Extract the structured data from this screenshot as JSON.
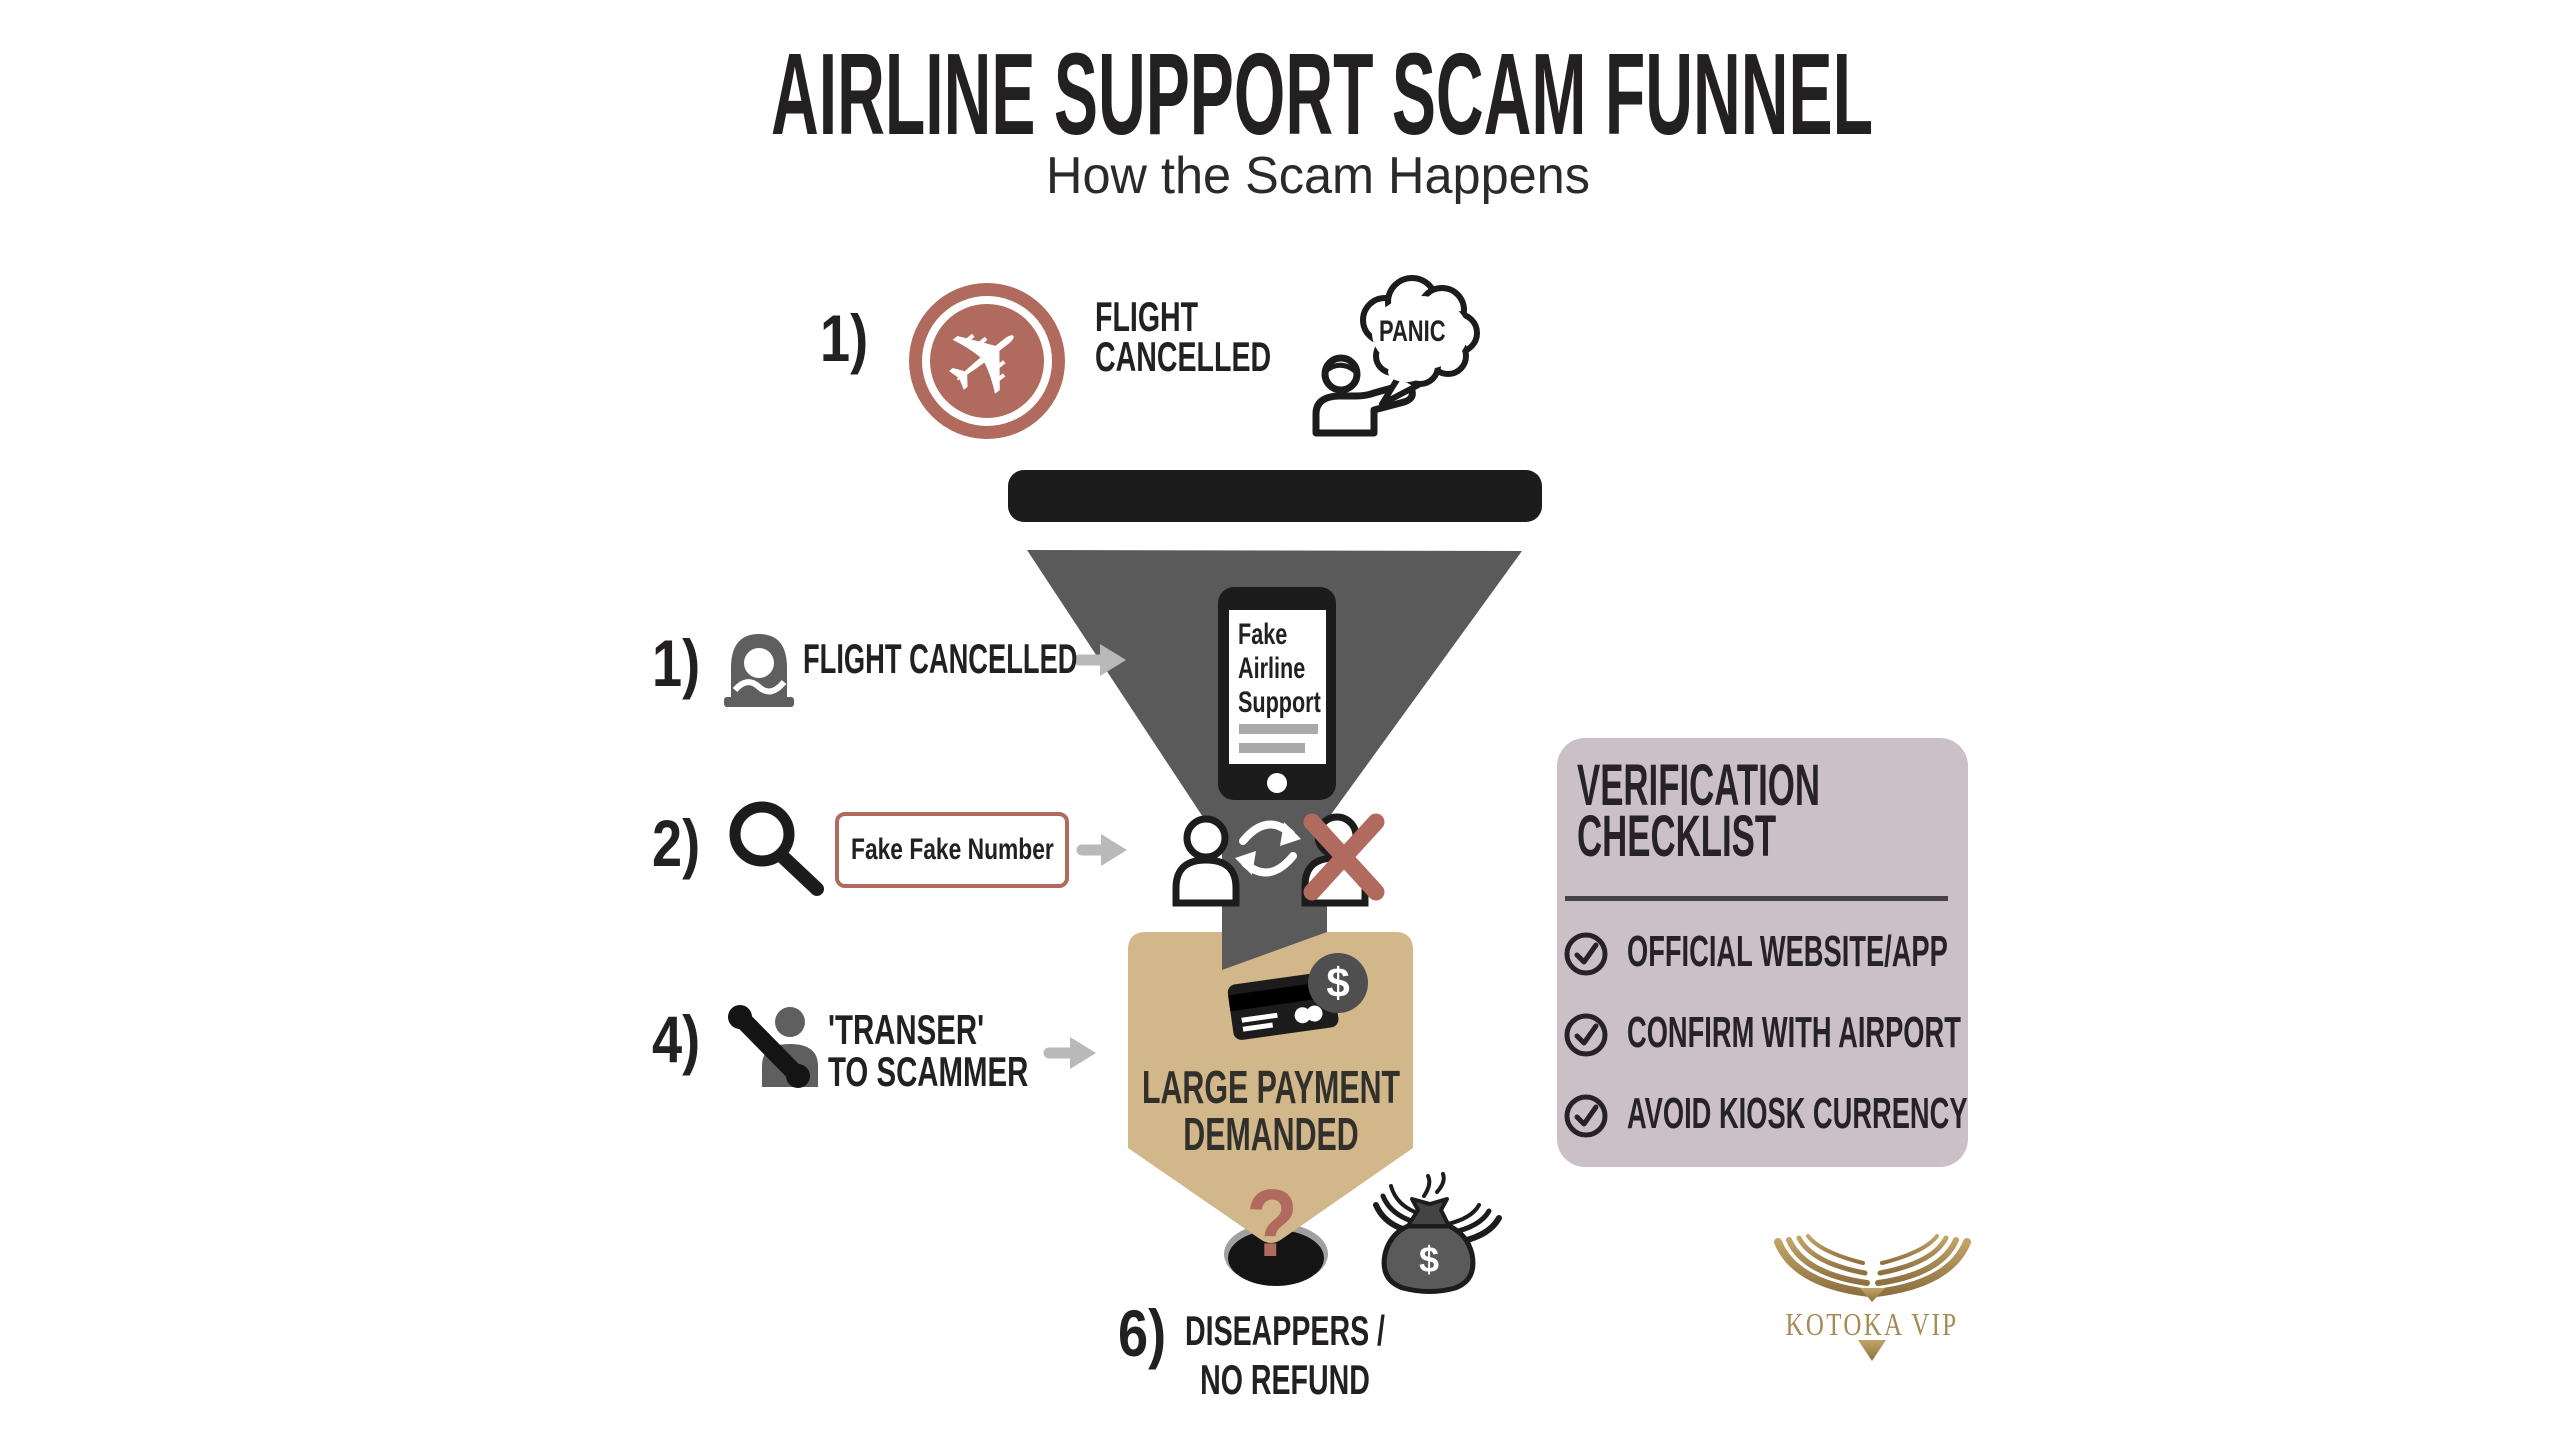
{
  "header": {
    "title": "AIRLINE SUPPORT SCAM FUNNEL",
    "subtitle": "How the Scam Happens"
  },
  "step_top": {
    "num": "1)",
    "label_line1": "FLIGHT",
    "label_line2": "CANCELLED",
    "bubble": "PANIC"
  },
  "rows": {
    "r1": {
      "num": "1)",
      "label": "FLIGHT CANCELLED"
    },
    "r2": {
      "num": "2)",
      "box_label": "Fake Fake Number"
    },
    "r4": {
      "num": "4)",
      "label_line1": "'TRANSER'",
      "label_line2": "TO SCAMMER"
    },
    "r6": {
      "num": "6)",
      "label_line1": "DISEAPPERS /",
      "label_line2": "NO REFUND"
    }
  },
  "funnel": {
    "phone_line1": "Fake",
    "phone_line2": "Airline",
    "phone_line3": "Support",
    "payment_line1": "LARGE PAYMENT",
    "payment_line2": "DEMANDED",
    "question_mark": "?"
  },
  "checklist": {
    "title_line1": "VERIFICATION",
    "title_line2": "CHECKLIST",
    "items": [
      "OFFICIAL WEBSITE/APP",
      "CONFIRM WITH AIRPORT",
      "AVOID KIOSK CURRENCY"
    ]
  },
  "logo": {
    "text": "KOTOKA VIP"
  },
  "icons": {
    "plane": "✈",
    "dollar": "$",
    "check": "✓"
  },
  "colors": {
    "red": "#b16a5e",
    "funnel": "#5a5a5a",
    "bar": "#1c1c1c",
    "tan": "#d2b78a",
    "mauve": "#cbc0c6",
    "gold": "#a58b52",
    "gold_dark": "#8d713f",
    "gold_light": "#c2a467",
    "arrow": "#b9b9b9",
    "icon_gray": "#5f5f5f",
    "ink": "#232021",
    "coin": "#4f4f4f"
  }
}
